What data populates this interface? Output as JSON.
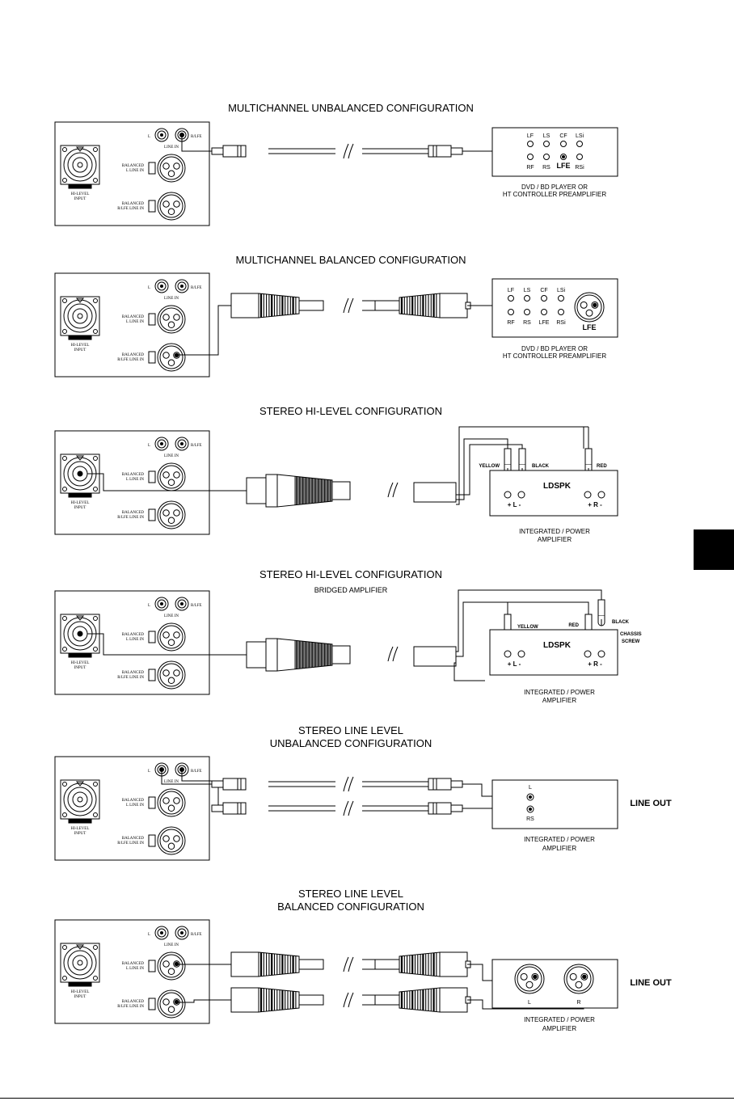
{
  "sections": [
    {
      "title": "MULTICHANNEL UNBALANCED CONFIGURATION"
    },
    {
      "title": "MULTICHANNEL BALANCED CONFIGURATION"
    },
    {
      "title": "STEREO HI-LEVEL CONFIGURATION"
    },
    {
      "title": "STEREO HI-LEVEL CONFIGURATION",
      "subtitle": "BRIDGED AMPLIFIER"
    },
    {
      "title_line1": "STEREO LINE LEVEL",
      "title_line2": "UNBALANCED CONFIGURATION"
    },
    {
      "title_line1": "STEREO LINE LEVEL",
      "title_line2": "BALANCED CONFIGURATION"
    }
  ],
  "panel": {
    "l": "L",
    "rlfe": "R/LFE",
    "line_in": "LINE IN",
    "balanced": "BALANCED",
    "l_line_in": "L LINE IN",
    "rlfe_line_in": "R/LFE LINE IN",
    "hi_level": "HI-LEVEL",
    "input": "INPUT"
  },
  "preamp": {
    "top_labels": [
      "LF",
      "LS",
      "CF",
      "LSi"
    ],
    "bottom_labels_unbal": [
      "RF",
      "RS",
      "LFE",
      "RSi"
    ],
    "bottom_labels_bal": [
      "RF",
      "RS",
      "LFE",
      "RSi"
    ],
    "lfe_big": "LFE",
    "caption1": "DVD / BD PLAYER OR",
    "caption2": "HT CONTROLLER PREAMPLIFIER"
  },
  "amp": {
    "ldspk": "LDSPK",
    "plus_l": "+ L -",
    "plus_r": "+ R -",
    "caption1": "INTEGRATED / POWER",
    "caption2": "AMPLIFIER",
    "yellow": "YELLOW",
    "black": "BLACK",
    "red": "RED",
    "chassis": "CHASSIS",
    "screw": "SCREW"
  },
  "lineout": {
    "label": "LINE OUT",
    "l": "L",
    "rs": "RS",
    "r": "R"
  }
}
